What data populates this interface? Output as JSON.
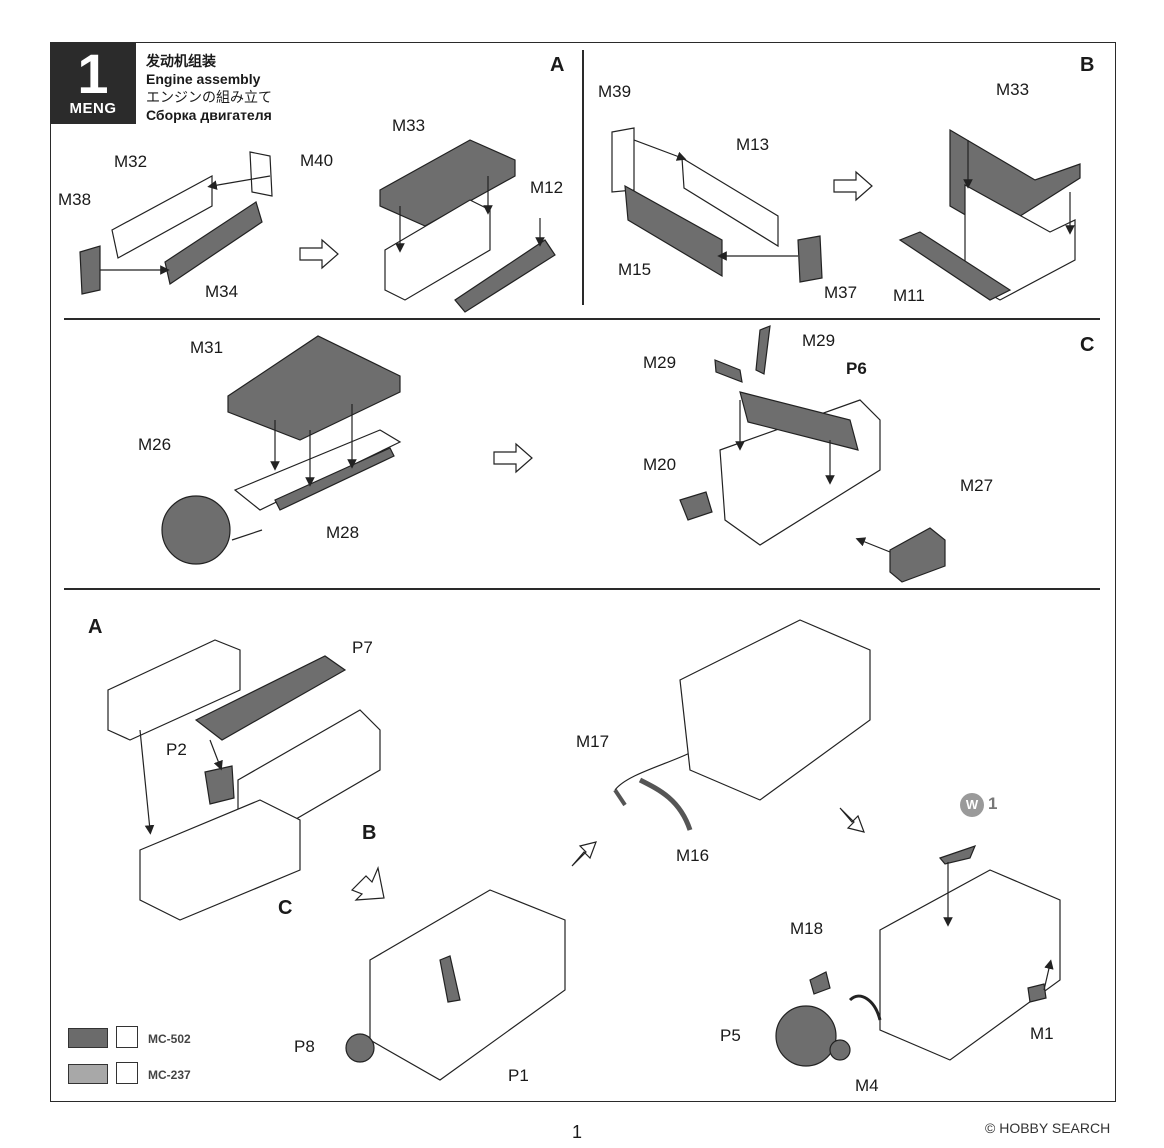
{
  "step": {
    "number": "1",
    "brand": "MENG"
  },
  "titles": {
    "zh": "发动机组装",
    "en": "Engine assembly",
    "ja": "エンジンの組み立て",
    "ru": "Сборка двигателя"
  },
  "sections": {
    "a": "A",
    "b": "B",
    "c": "C"
  },
  "parts": {
    "m32": "M32",
    "m40": "M40",
    "m38": "M38",
    "m34": "M34",
    "m33a": "M33",
    "m12": "M12",
    "m39": "M39",
    "m13": "M13",
    "m15": "M15",
    "m37": "M37",
    "m33b": "M33",
    "m11": "M11",
    "m31": "M31",
    "m26": "M26",
    "m28": "M28",
    "m29a": "M29",
    "m29b": "M29",
    "p6": "P6",
    "m20": "M20",
    "m27": "M27",
    "refA": "A",
    "p7": "P7",
    "p2": "P2",
    "refB": "B",
    "refC": "C",
    "p8": "P8",
    "p1": "P1",
    "m17": "M17",
    "m16": "M16",
    "m18": "M18",
    "p5": "P5",
    "m4": "M4",
    "m1": "M1"
  },
  "callout": {
    "w_badge": "W",
    "w_number": "1"
  },
  "legend": [
    {
      "code": "MC-502",
      "color": "#6b6b6b"
    },
    {
      "code": "MC-237",
      "color": "#a8a8a8"
    }
  ],
  "page_number": "1",
  "watermark": "© HOBBY SEARCH"
}
